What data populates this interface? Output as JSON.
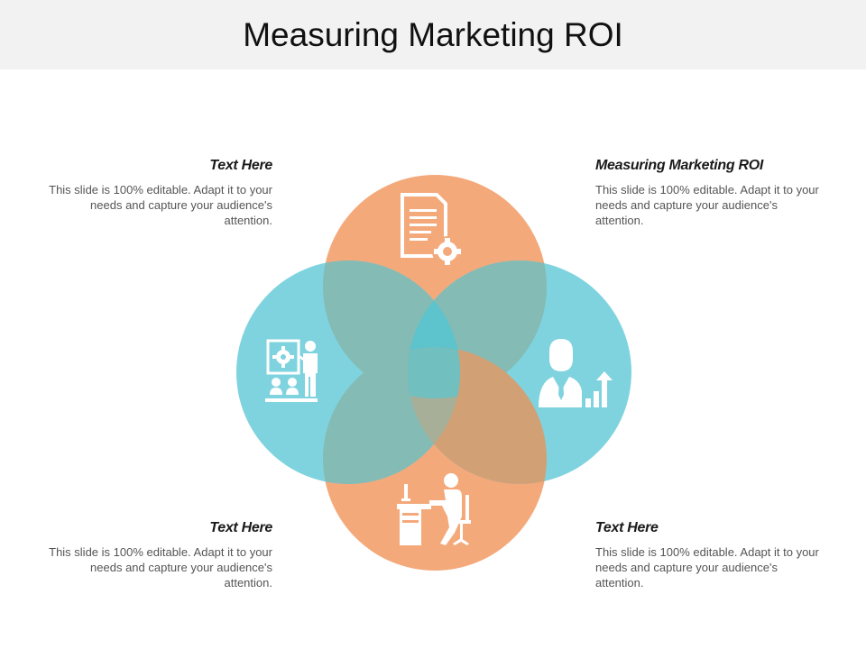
{
  "title": "Measuring Marketing ROI",
  "colors": {
    "orange": "#f4a97b",
    "teal": "#7fd3df",
    "overlap": "#84bbb5",
    "center": "#5dc3cc",
    "overlap_brown": "#d2a075",
    "icon": "#ffffff",
    "title_bar": "#f2f2f2"
  },
  "blocks": {
    "top_left": {
      "heading": "Text Here",
      "body": "This slide is 100% editable. Adapt it to your needs and capture your audience's attention."
    },
    "top_right": {
      "heading": "Measuring Marketing ROI",
      "body": "This slide is 100% editable. Adapt it to your needs and capture your audience's attention."
    },
    "bottom_left": {
      "heading": "Text Here",
      "body": "This slide is 100% editable. Adapt it to your needs and capture your audience's attention."
    },
    "bottom_right": {
      "heading": "Text Here",
      "body": "This slide is 100% editable. Adapt it to your needs and capture your audience's attention."
    }
  },
  "circles": [
    {
      "name": "top",
      "color": "orange",
      "icon": "document-gear-icon"
    },
    {
      "name": "left",
      "color": "teal",
      "icon": "presentation-icon"
    },
    {
      "name": "right",
      "color": "teal",
      "icon": "businessman-growth-icon"
    },
    {
      "name": "bottom",
      "color": "orange",
      "icon": "office-worker-desk-icon"
    }
  ]
}
